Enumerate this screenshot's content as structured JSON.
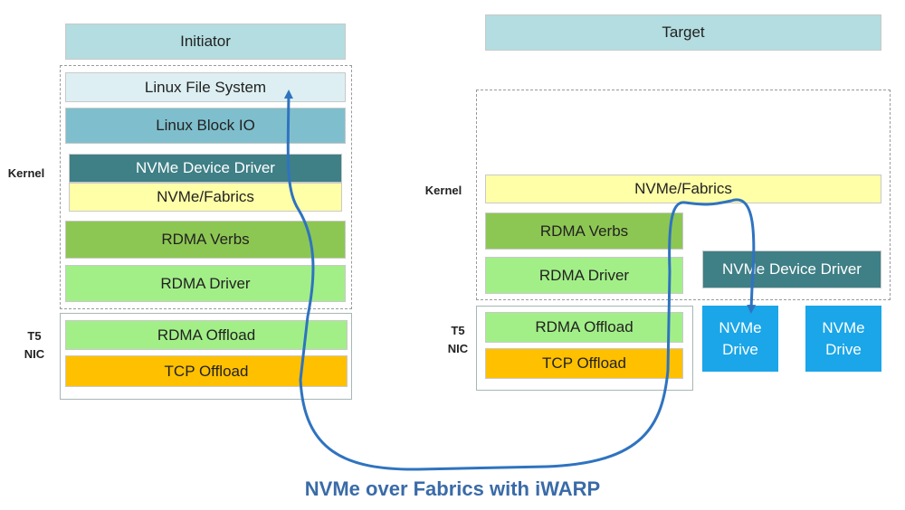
{
  "colors": {
    "header": "#b3dde0",
    "file_system": "#ddeff2",
    "block_io": "#7fbfcd",
    "device_driver": "#3f7f86",
    "fabrics": "#ffffa8",
    "rdma_verbs": "#8dc753",
    "rdma_driver": "#a2ef88",
    "rdma_offload": "#a2ef88",
    "tcp_offload": "#ffc000",
    "drive": "#1aa6e8",
    "arrow": "#2f73c0",
    "caption": "#3a6ba8"
  },
  "initiator": {
    "title": "Initiator",
    "kernel_label": "Kernel",
    "nic_label": [
      "T5",
      "NIC"
    ],
    "layers": {
      "file_system": "Linux File System",
      "block_io": "Linux Block IO",
      "device_driver": "NVMe Device Driver",
      "fabrics": "NVMe/Fabrics",
      "rdma_verbs": "RDMA Verbs",
      "rdma_driver": "RDMA Driver",
      "rdma_offload": "RDMA Offload",
      "tcp_offload": "TCP Offload"
    }
  },
  "target": {
    "title": "Target",
    "kernel_label": "Kernel",
    "nic_label": [
      "T5",
      "NIC"
    ],
    "layers": {
      "fabrics": "NVMe/Fabrics",
      "rdma_verbs": "RDMA Verbs",
      "rdma_driver": "RDMA Driver",
      "device_driver": "NVMe Device Driver",
      "rdma_offload": "RDMA Offload",
      "tcp_offload": "TCP Offload"
    },
    "drives": [
      [
        "NVMe",
        "Drive"
      ],
      [
        "NVMe",
        "Drive"
      ]
    ]
  },
  "caption": "NVMe over Fabrics with iWARP"
}
